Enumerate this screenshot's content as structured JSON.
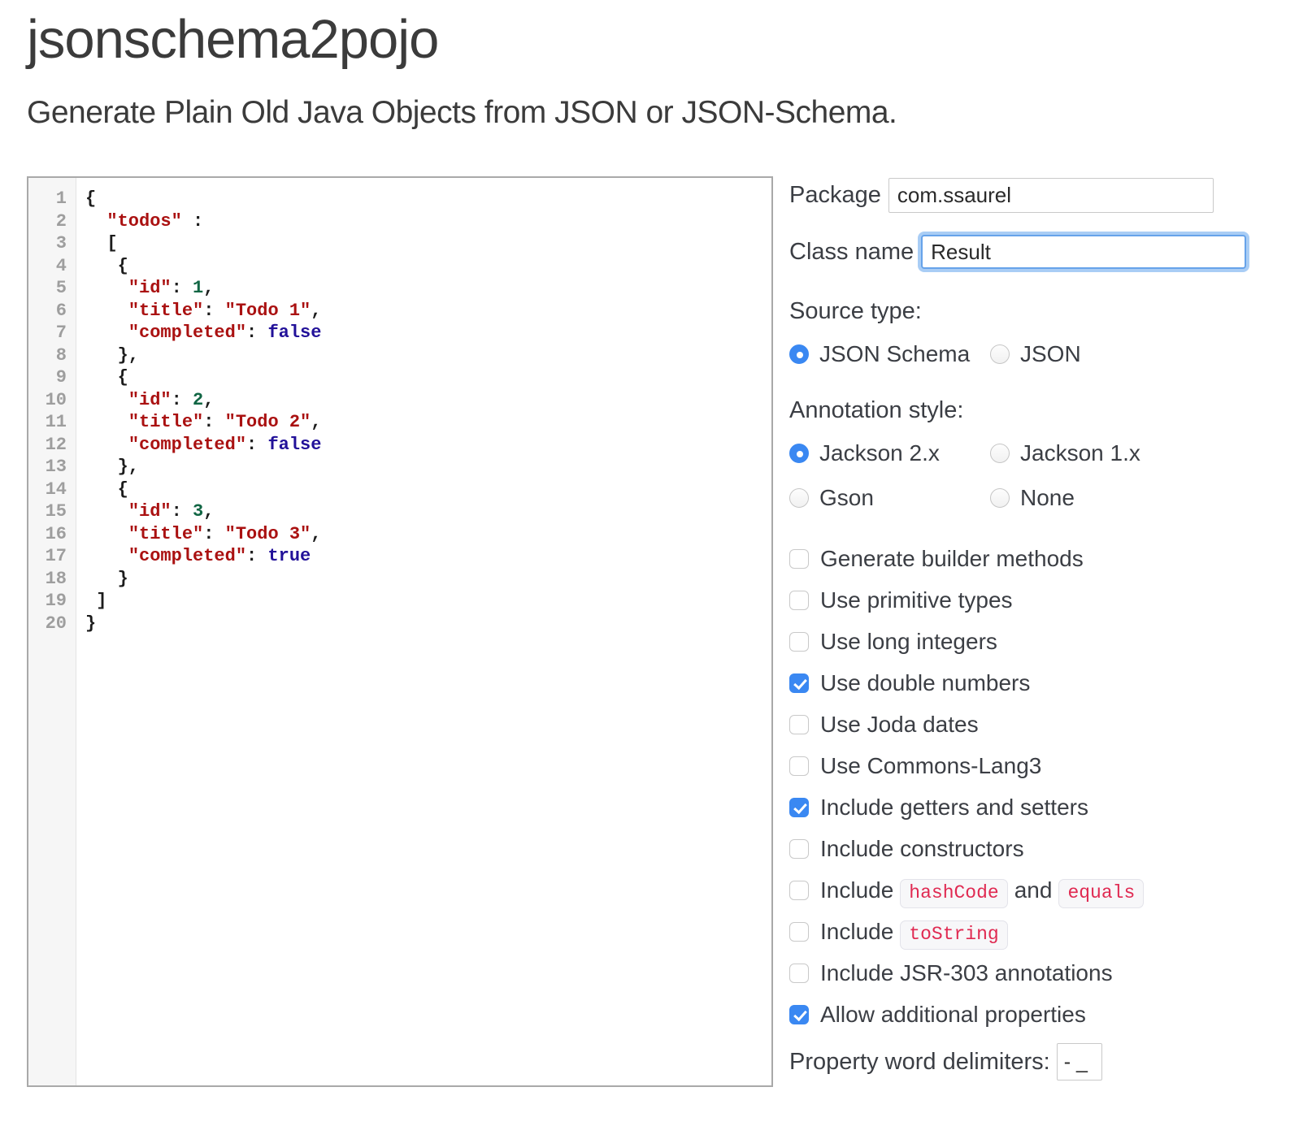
{
  "colors": {
    "accent_blue": "#3a88f2",
    "focus_ring": "#a9cdf5",
    "code_string_red": "#aa1111",
    "code_number_green": "#116644",
    "code_atom_blue": "#221199",
    "inline_code_red": "#e02a52",
    "line_number_gray": "#9e9e9e"
  },
  "page": {
    "title": "jsonschema2pojo",
    "subtitle": "Generate Plain Old Java Objects from JSON or JSON-Schema."
  },
  "editor": {
    "lines": [
      {
        "tokens": [
          [
            "pl",
            "{"
          ]
        ]
      },
      {
        "tokens": [
          [
            "pl",
            "  "
          ],
          [
            "str",
            "\"todos\""
          ],
          [
            "pl",
            " :"
          ]
        ]
      },
      {
        "tokens": [
          [
            "pl",
            "  ["
          ]
        ]
      },
      {
        "tokens": [
          [
            "pl",
            "   {"
          ]
        ]
      },
      {
        "tokens": [
          [
            "pl",
            "    "
          ],
          [
            "str",
            "\"id\""
          ],
          [
            "pl",
            ": "
          ],
          [
            "num",
            "1"
          ],
          [
            "pl",
            ","
          ]
        ]
      },
      {
        "tokens": [
          [
            "pl",
            "    "
          ],
          [
            "str",
            "\"title\""
          ],
          [
            "pl",
            ": "
          ],
          [
            "str",
            "\"Todo 1\""
          ],
          [
            "pl",
            ","
          ]
        ]
      },
      {
        "tokens": [
          [
            "pl",
            "    "
          ],
          [
            "str",
            "\"completed\""
          ],
          [
            "pl",
            ": "
          ],
          [
            "atom",
            "false"
          ]
        ]
      },
      {
        "tokens": [
          [
            "pl",
            "   },"
          ]
        ]
      },
      {
        "tokens": [
          [
            "pl",
            "   {"
          ]
        ]
      },
      {
        "tokens": [
          [
            "pl",
            "    "
          ],
          [
            "str",
            "\"id\""
          ],
          [
            "pl",
            ": "
          ],
          [
            "num",
            "2"
          ],
          [
            "pl",
            ","
          ]
        ]
      },
      {
        "tokens": [
          [
            "pl",
            "    "
          ],
          [
            "str",
            "\"title\""
          ],
          [
            "pl",
            ": "
          ],
          [
            "str",
            "\"Todo 2\""
          ],
          [
            "pl",
            ","
          ]
        ]
      },
      {
        "tokens": [
          [
            "pl",
            "    "
          ],
          [
            "str",
            "\"completed\""
          ],
          [
            "pl",
            ": "
          ],
          [
            "atom",
            "false"
          ]
        ]
      },
      {
        "tokens": [
          [
            "pl",
            "   },"
          ]
        ]
      },
      {
        "tokens": [
          [
            "pl",
            "   {"
          ]
        ]
      },
      {
        "tokens": [
          [
            "pl",
            "    "
          ],
          [
            "str",
            "\"id\""
          ],
          [
            "pl",
            ": "
          ],
          [
            "num",
            "3"
          ],
          [
            "pl",
            ","
          ]
        ]
      },
      {
        "tokens": [
          [
            "pl",
            "    "
          ],
          [
            "str",
            "\"title\""
          ],
          [
            "pl",
            ": "
          ],
          [
            "str",
            "\"Todo 3\""
          ],
          [
            "pl",
            ","
          ]
        ]
      },
      {
        "tokens": [
          [
            "pl",
            "    "
          ],
          [
            "str",
            "\"completed\""
          ],
          [
            "pl",
            ": "
          ],
          [
            "atom",
            "true"
          ]
        ]
      },
      {
        "tokens": [
          [
            "pl",
            "   }"
          ]
        ]
      },
      {
        "tokens": [
          [
            "pl",
            " ]"
          ]
        ]
      },
      {
        "tokens": [
          [
            "pl",
            "}"
          ]
        ]
      }
    ]
  },
  "form": {
    "package_field": {
      "label": "Package",
      "value": "com.ssaurel"
    },
    "class_field": {
      "label": "Class name",
      "value": "Result"
    },
    "source_type": {
      "label": "Source type:",
      "options": [
        {
          "name": "json-schema",
          "label": "JSON Schema",
          "selected": true
        },
        {
          "name": "json",
          "label": "JSON",
          "selected": false
        }
      ]
    },
    "annotation_style": {
      "label": "Annotation style:",
      "options": [
        {
          "name": "jackson-2x",
          "label": "Jackson 2.x",
          "selected": true
        },
        {
          "name": "jackson-1x",
          "label": "Jackson 1.x",
          "selected": false
        },
        {
          "name": "gson",
          "label": "Gson",
          "selected": false
        },
        {
          "name": "none",
          "label": "None",
          "selected": false
        }
      ]
    },
    "checkboxes": [
      {
        "name": "generate-builder-methods",
        "checked": false,
        "parts": [
          {
            "text": "Generate builder methods"
          }
        ]
      },
      {
        "name": "use-primitive-types",
        "checked": false,
        "parts": [
          {
            "text": "Use primitive types"
          }
        ]
      },
      {
        "name": "use-long-integers",
        "checked": false,
        "parts": [
          {
            "text": "Use long integers"
          }
        ]
      },
      {
        "name": "use-double-numbers",
        "checked": true,
        "parts": [
          {
            "text": "Use double numbers"
          }
        ]
      },
      {
        "name": "use-joda-dates",
        "checked": false,
        "parts": [
          {
            "text": "Use Joda dates"
          }
        ]
      },
      {
        "name": "use-commons-lang3",
        "checked": false,
        "parts": [
          {
            "text": "Use Commons-Lang3"
          }
        ]
      },
      {
        "name": "include-getters-and-setters",
        "checked": true,
        "parts": [
          {
            "text": "Include getters and setters"
          }
        ]
      },
      {
        "name": "include-constructors",
        "checked": false,
        "parts": [
          {
            "text": "Include constructors"
          }
        ]
      },
      {
        "name": "include-hashcode-and-equals",
        "checked": false,
        "parts": [
          {
            "text": "Include"
          },
          {
            "code": "hashCode"
          },
          {
            "text": "and"
          },
          {
            "code": "equals"
          }
        ]
      },
      {
        "name": "include-tostring",
        "checked": false,
        "parts": [
          {
            "text": "Include"
          },
          {
            "code": "toString"
          }
        ]
      },
      {
        "name": "include-jsr-303-annotations",
        "checked": false,
        "parts": [
          {
            "text": "Include JSR-303 annotations"
          }
        ]
      },
      {
        "name": "allow-additional-properties",
        "checked": true,
        "parts": [
          {
            "text": "Allow additional properties"
          }
        ]
      }
    ],
    "delimiters": {
      "label": "Property word delimiters:",
      "value": "- _"
    }
  }
}
